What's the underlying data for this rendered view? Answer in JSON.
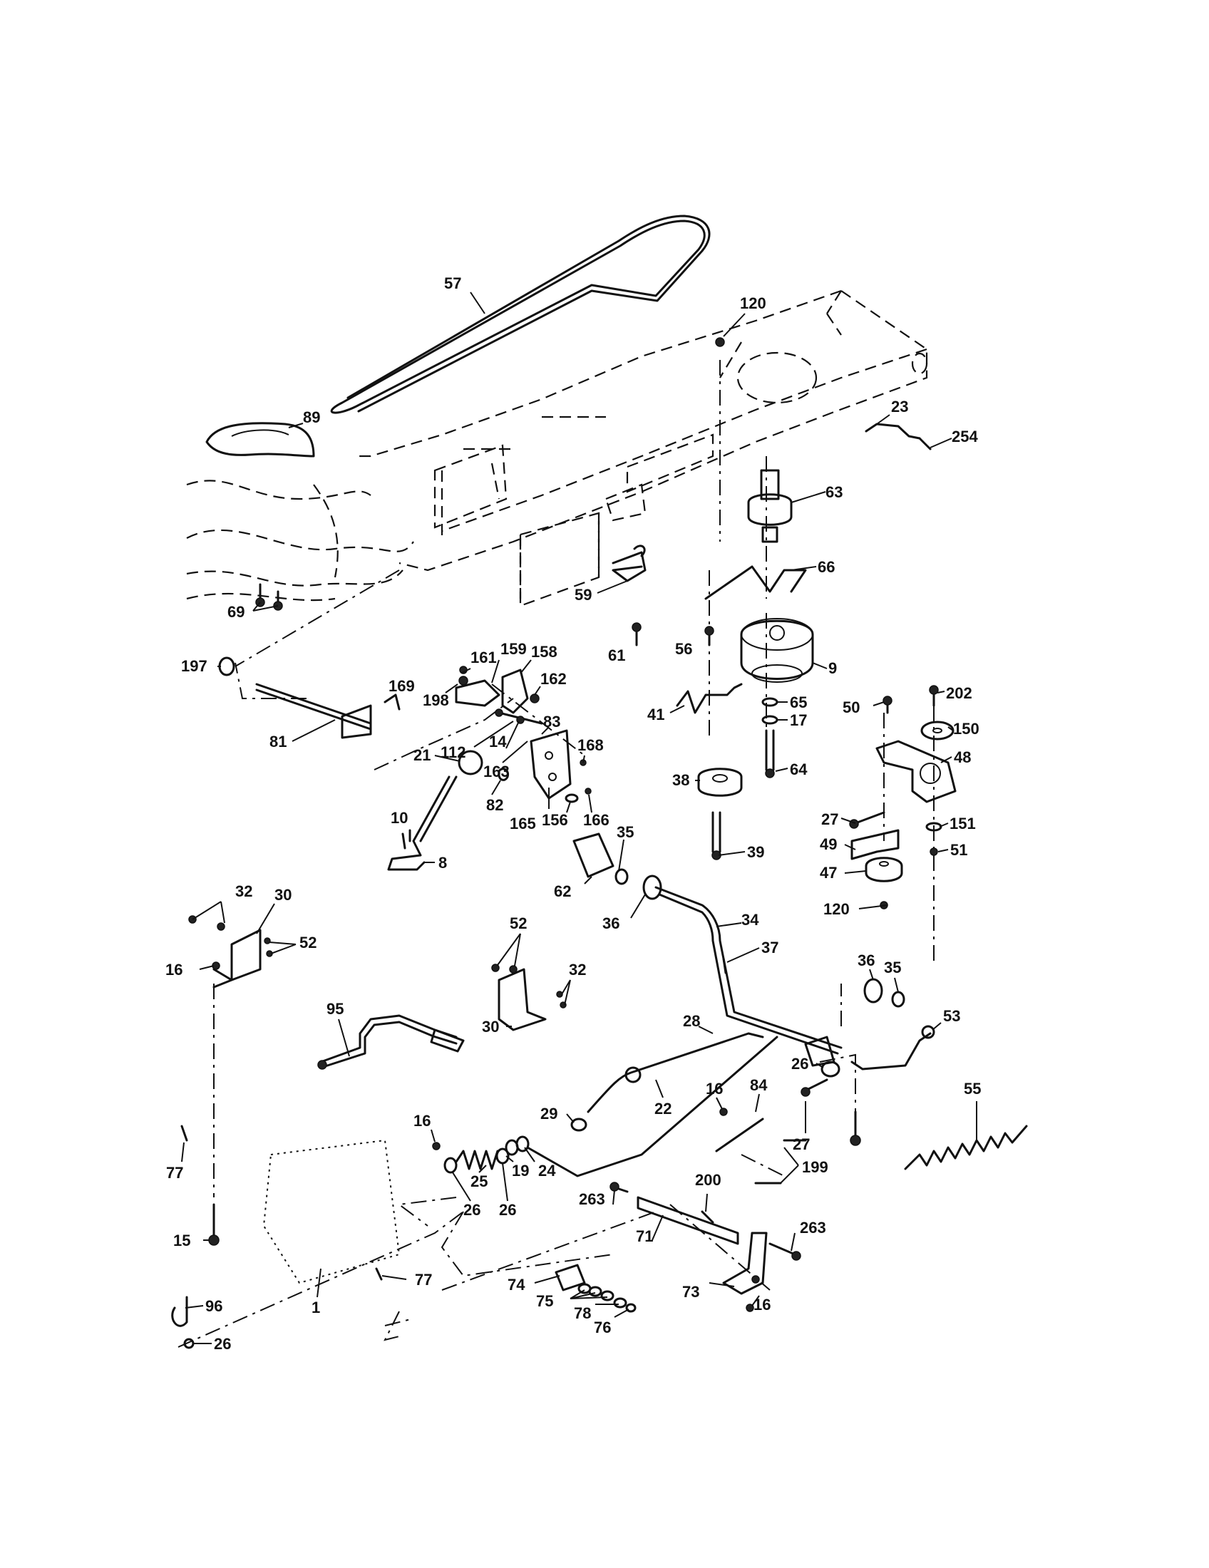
{
  "callouts": [
    {
      "id": "57",
      "text": "57"
    },
    {
      "id": "120a",
      "text": "120"
    },
    {
      "id": "89",
      "text": "89"
    },
    {
      "id": "23",
      "text": "23"
    },
    {
      "id": "254",
      "text": "254"
    },
    {
      "id": "63",
      "text": "63"
    },
    {
      "id": "66",
      "text": "66"
    },
    {
      "id": "59",
      "text": "59"
    },
    {
      "id": "69",
      "text": "69"
    },
    {
      "id": "61",
      "text": "61"
    },
    {
      "id": "56",
      "text": "56"
    },
    {
      "id": "9",
      "text": "9"
    },
    {
      "id": "197",
      "text": "197"
    },
    {
      "id": "161",
      "text": "161"
    },
    {
      "id": "159",
      "text": "159"
    },
    {
      "id": "158",
      "text": "158"
    },
    {
      "id": "169",
      "text": "169"
    },
    {
      "id": "162",
      "text": "162"
    },
    {
      "id": "198",
      "text": "198"
    },
    {
      "id": "50",
      "text": "50"
    },
    {
      "id": "202",
      "text": "202"
    },
    {
      "id": "65",
      "text": "65"
    },
    {
      "id": "17",
      "text": "17"
    },
    {
      "id": "41",
      "text": "41"
    },
    {
      "id": "150",
      "text": "150"
    },
    {
      "id": "81",
      "text": "81"
    },
    {
      "id": "112",
      "text": "112"
    },
    {
      "id": "14",
      "text": "14"
    },
    {
      "id": "83",
      "text": "83"
    },
    {
      "id": "64",
      "text": "64"
    },
    {
      "id": "48",
      "text": "48"
    },
    {
      "id": "163",
      "text": "163"
    },
    {
      "id": "168",
      "text": "168"
    },
    {
      "id": "21",
      "text": "21"
    },
    {
      "id": "38",
      "text": "38"
    },
    {
      "id": "10",
      "text": "10"
    },
    {
      "id": "82",
      "text": "82"
    },
    {
      "id": "156",
      "text": "156"
    },
    {
      "id": "166",
      "text": "166"
    },
    {
      "id": "165",
      "text": "165"
    },
    {
      "id": "27a",
      "text": "27"
    },
    {
      "id": "151",
      "text": "151"
    },
    {
      "id": "35a",
      "text": "35"
    },
    {
      "id": "39",
      "text": "39"
    },
    {
      "id": "49",
      "text": "49"
    },
    {
      "id": "51",
      "text": "51"
    },
    {
      "id": "8",
      "text": "8"
    },
    {
      "id": "47",
      "text": "47"
    },
    {
      "id": "62",
      "text": "62"
    },
    {
      "id": "32a",
      "text": "32"
    },
    {
      "id": "30a",
      "text": "30"
    },
    {
      "id": "36a",
      "text": "36"
    },
    {
      "id": "34",
      "text": "34"
    },
    {
      "id": "120b",
      "text": "120"
    },
    {
      "id": "52a",
      "text": "52"
    },
    {
      "id": "52b",
      "text": "52"
    },
    {
      "id": "16a",
      "text": "16"
    },
    {
      "id": "37",
      "text": "37"
    },
    {
      "id": "36b",
      "text": "36"
    },
    {
      "id": "35b",
      "text": "35"
    },
    {
      "id": "32b",
      "text": "32"
    },
    {
      "id": "95",
      "text": "95"
    },
    {
      "id": "30b",
      "text": "30"
    },
    {
      "id": "53",
      "text": "53"
    },
    {
      "id": "28",
      "text": "28"
    },
    {
      "id": "26a",
      "text": "26"
    },
    {
      "id": "55",
      "text": "55"
    },
    {
      "id": "29",
      "text": "29"
    },
    {
      "id": "22",
      "text": "22"
    },
    {
      "id": "16b",
      "text": "16"
    },
    {
      "id": "84",
      "text": "84"
    },
    {
      "id": "27b",
      "text": "27"
    },
    {
      "id": "16c",
      "text": "16"
    },
    {
      "id": "77a",
      "text": "77"
    },
    {
      "id": "25",
      "text": "25"
    },
    {
      "id": "19",
      "text": "19"
    },
    {
      "id": "24",
      "text": "24"
    },
    {
      "id": "199",
      "text": "199"
    },
    {
      "id": "26b",
      "text": "26"
    },
    {
      "id": "26c",
      "text": "26"
    },
    {
      "id": "200",
      "text": "200"
    },
    {
      "id": "263a",
      "text": "263"
    },
    {
      "id": "15",
      "text": "15"
    },
    {
      "id": "71",
      "text": "71"
    },
    {
      "id": "263b",
      "text": "263"
    },
    {
      "id": "77b",
      "text": "77"
    },
    {
      "id": "74",
      "text": "74"
    },
    {
      "id": "96",
      "text": "96"
    },
    {
      "id": "75",
      "text": "75"
    },
    {
      "id": "73",
      "text": "73"
    },
    {
      "id": "16d",
      "text": "16"
    },
    {
      "id": "1",
      "text": "1"
    },
    {
      "id": "78",
      "text": "78"
    },
    {
      "id": "76",
      "text": "76"
    },
    {
      "id": "26d",
      "text": "26"
    }
  ]
}
